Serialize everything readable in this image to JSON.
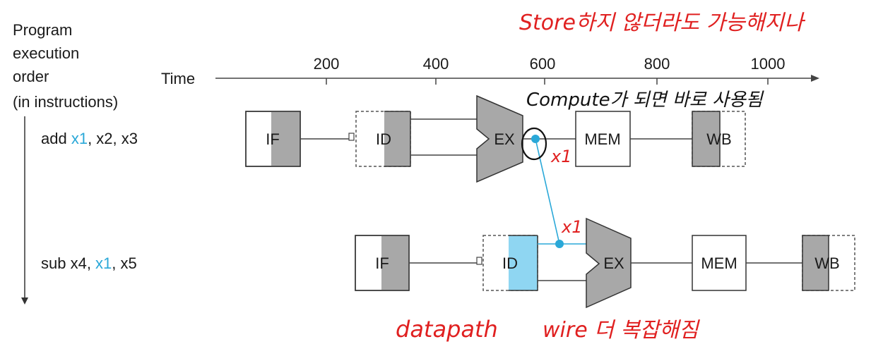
{
  "axis": {
    "order_label_lines": [
      "Program",
      "execution",
      "order",
      "(in instructions)"
    ],
    "time_label": "Time",
    "ticks": [
      "200",
      "400",
      "600",
      "800",
      "1000"
    ]
  },
  "instructions": [
    {
      "op": "add ",
      "reg_fwd": "x1",
      "rest": ", x2, x3"
    },
    {
      "op": "sub x4, ",
      "reg_fwd": "x1",
      "rest": ", x5"
    }
  ],
  "stages": {
    "if": "IF",
    "id": "ID",
    "ex": "EX",
    "mem": "MEM",
    "wb": "WB"
  },
  "forwarding": {
    "label_top": "x1",
    "label_bottom": "x1"
  },
  "annotations": {
    "top_note": "Store하지 않더라도 가능해지나",
    "compute_note": "Compute가 되면 바로 사용됨",
    "bottom_note_left": "datapath",
    "bottom_note_right": "wire 더 복잡해짐"
  },
  "colors": {
    "stage_gray": "#a8a8a8",
    "forward_cyan": "#2aa8d8",
    "id_highlight": "#8fd6f2",
    "annotation_red": "#e02020"
  }
}
